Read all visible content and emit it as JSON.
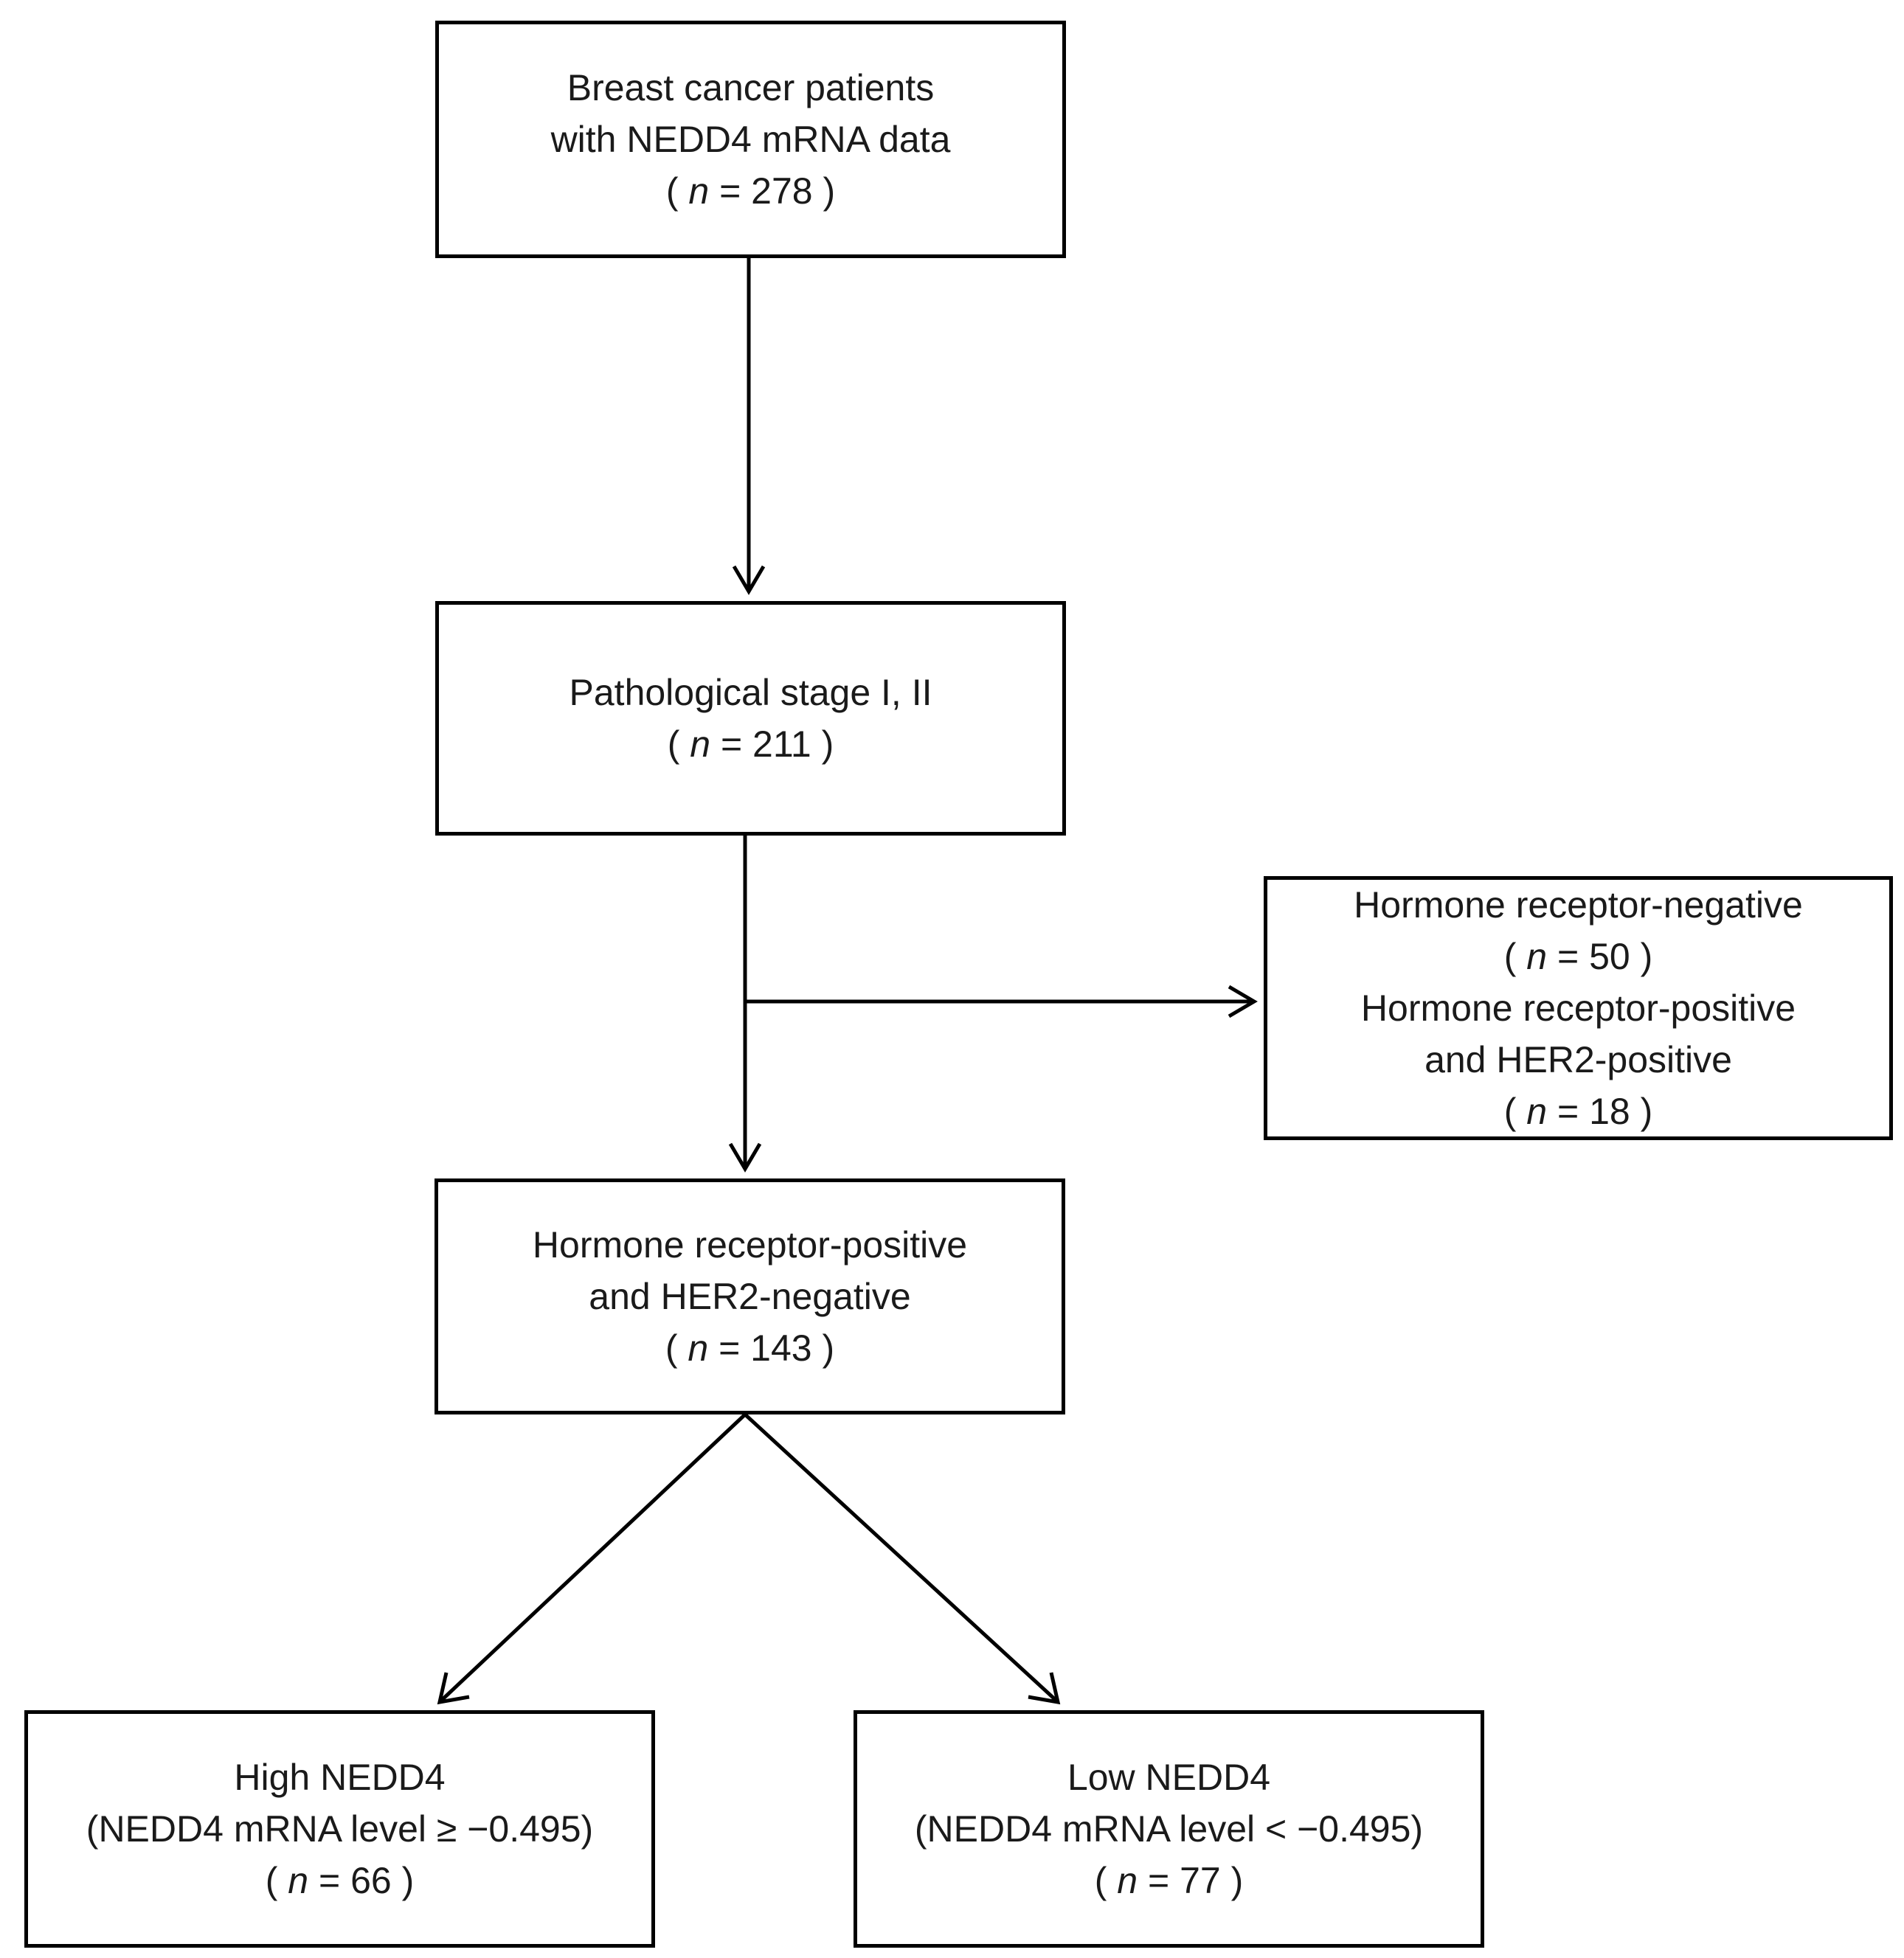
{
  "nodes": {
    "total": {
      "line1": "Breast cancer patients",
      "line2": "with NEDD4 mRNA data",
      "n": "278"
    },
    "stage": {
      "line1": "Pathological stage I, II",
      "n": "211"
    },
    "excluded": {
      "line1": "Hormone receptor-negative",
      "n1": "50",
      "line2": "Hormone receptor-positive",
      "line3": "and HER2-positive",
      "n2": "18"
    },
    "hr_pos": {
      "line1": "Hormone receptor-positive",
      "line2": "and HER2-negative",
      "n": "143"
    },
    "high": {
      "line1": "High NEDD4",
      "line2": "(NEDD4 mRNA level ≥ −0.495)",
      "n": "66"
    },
    "low": {
      "line1": "Low NEDD4",
      "line2": "(NEDD4 mRNA level < −0.495)",
      "n": "77"
    }
  },
  "n_symbol": "n",
  "colors": {
    "stroke": "#000000",
    "text": "#1a1a1a",
    "background": "#ffffff"
  }
}
